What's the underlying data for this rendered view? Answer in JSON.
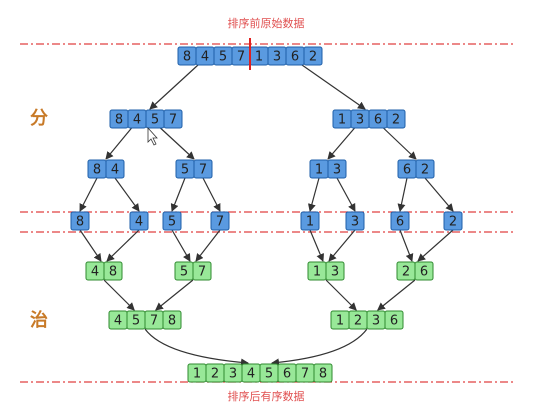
{
  "colors": {
    "blue": "#5a9ae0",
    "blue_border": "#1f5fa8",
    "green": "#98e898",
    "green_border": "#2f8a2f",
    "dashed": "#e04040",
    "split_mark": "#e02020",
    "arrow": "#333333",
    "side_label": "#c87a28",
    "caption": "#e05050"
  },
  "labels": {
    "top_caption": "排序前原始数据",
    "bottom_caption": "排序后有序数据",
    "divide": "分",
    "conquer": "治"
  },
  "original_array": [
    "8",
    "4",
    "5",
    "7",
    "1",
    "3",
    "6",
    "2"
  ],
  "divide_level1": [
    [
      "8",
      "4",
      "5",
      "7"
    ],
    [
      "1",
      "3",
      "6",
      "2"
    ]
  ],
  "divide_level2": [
    [
      "8",
      "4"
    ],
    [
      "5",
      "7"
    ],
    [
      "1",
      "3"
    ],
    [
      "6",
      "2"
    ]
  ],
  "singles": [
    "8",
    "4",
    "5",
    "7",
    "1",
    "3",
    "6",
    "2"
  ],
  "merge_level1": [
    [
      "4",
      "8"
    ],
    [
      "5",
      "7"
    ],
    [
      "1",
      "3"
    ],
    [
      "2",
      "6"
    ]
  ],
  "merge_level2": [
    [
      "4",
      "5",
      "7",
      "8"
    ],
    [
      "1",
      "2",
      "3",
      "6"
    ]
  ],
  "sorted_array": [
    "1",
    "2",
    "3",
    "4",
    "5",
    "6",
    "7",
    "8"
  ]
}
